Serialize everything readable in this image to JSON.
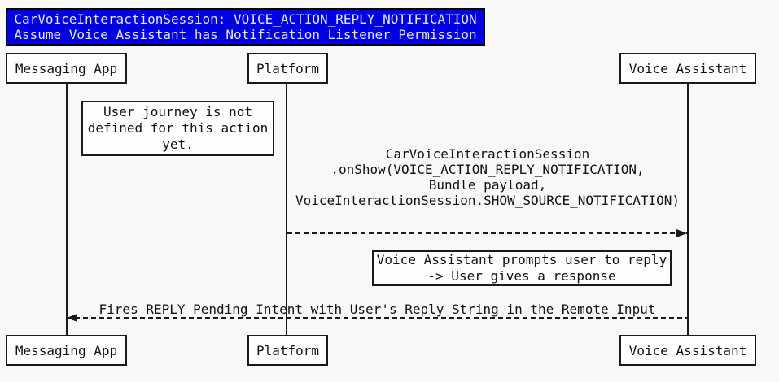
{
  "colors": {
    "background": "#F8F8F8",
    "title_fill": "#0000E0",
    "title_text": "#E6E6FA",
    "line": "#1A1A1A",
    "box_fill": "#FEFEFE",
    "text": "#111111"
  },
  "title": {
    "lines": [
      "CarVoiceInteractionSession: VOICE_ACTION_REPLY_NOTIFICATION",
      "Assume Voice Assistant has Notification Listener Permission"
    ]
  },
  "actors": {
    "messaging_app": "Messaging App",
    "platform": "Platform",
    "voice_assistant": "Voice Assistant"
  },
  "notes": {
    "user_journey": {
      "lines": [
        "User journey is not",
        "defined for this action",
        "yet."
      ]
    },
    "prompt_reply": {
      "lines": [
        "Voice Assistant prompts user to reply",
        "-> User gives a response"
      ]
    }
  },
  "messages": {
    "on_show": {
      "from": "Platform",
      "to": "Voice Assistant",
      "lines": [
        "CarVoiceInteractionSession",
        ".onShow(VOICE_ACTION_REPLY_NOTIFICATION,",
        "Bundle payload,",
        "VoiceInteractionSession.SHOW_SOURCE_NOTIFICATION)"
      ]
    },
    "fires_reply": {
      "from": "Voice Assistant",
      "to": "Messaging App",
      "lines": [
        "Fires REPLY Pending Intent with User's Reply String in the Remote Input"
      ]
    }
  }
}
